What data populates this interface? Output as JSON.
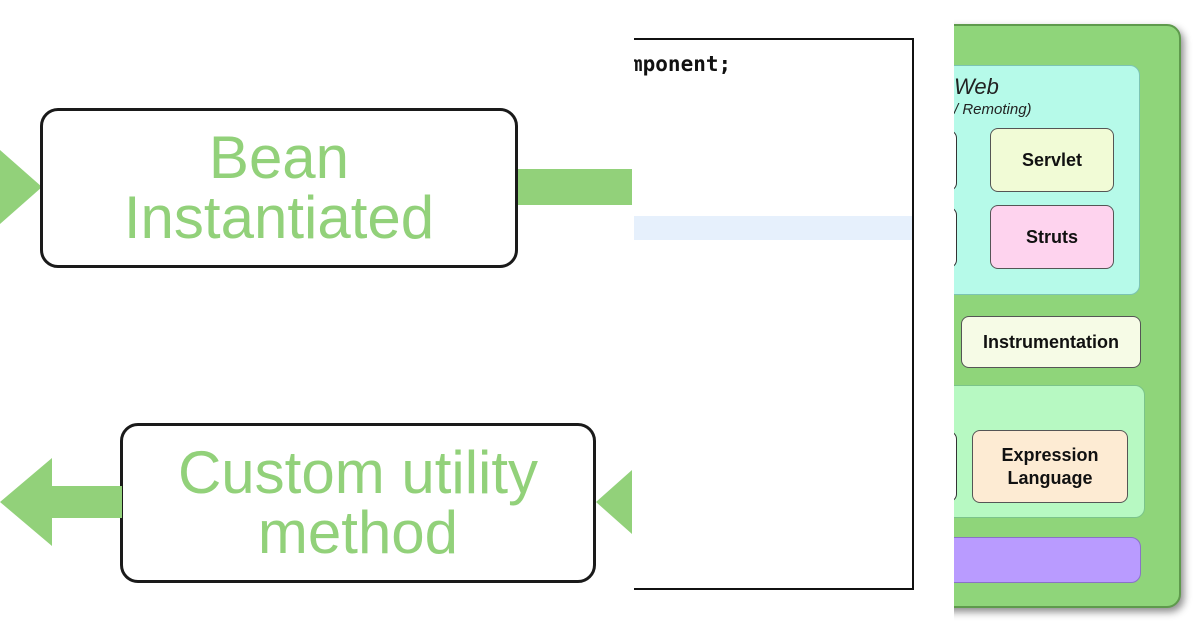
{
  "lifecycle": {
    "bean_instantiated": "Bean Instantiated",
    "custom_utility_method": "Custom utility method"
  },
  "code": {
    "line": "mponent;"
  },
  "architecture": {
    "web_title": "Web",
    "web_subtitle": "/ Remoting)",
    "modules": {
      "servlet": "Servlet",
      "struts": "Struts",
      "instrumentation": "Instrumentation",
      "expression_language": "Expression Language"
    }
  },
  "colors": {
    "lifecycle_green": "#92d17a",
    "container_green": "#8fd57a",
    "web_cyan": "#b6fae9",
    "core_mint": "#b7f9c2",
    "servlet_cream": "#f1fbd6",
    "struts_pink": "#fed3ee",
    "expression_peach": "#fdebd3",
    "purple_bar": "#b99bff"
  }
}
